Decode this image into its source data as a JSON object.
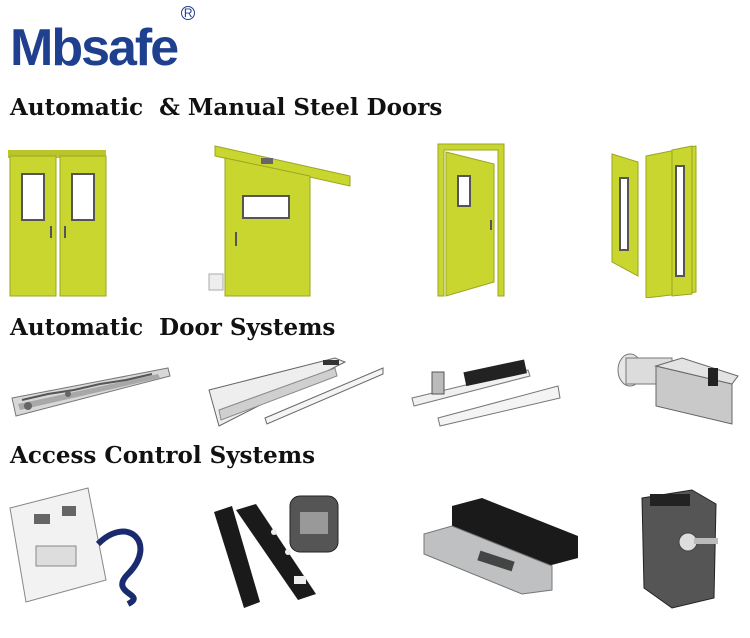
{
  "brand": {
    "name": "Mbsafe",
    "registered_mark": "R"
  },
  "sections": [
    {
      "title": "Automatic  & Manual Steel Doors"
    },
    {
      "title": "Automatic  Door Systems"
    },
    {
      "title": "Access Control Systems"
    }
  ],
  "colors": {
    "brand_blue": "#1f3f8f",
    "door_yellow_green": "#c9d62f",
    "product_black": "#1a1a1a",
    "product_silver": "#c9c9c9"
  },
  "icons": {
    "row1": [
      "double-swing-door-icon",
      "sliding-door-icon",
      "single-open-door-icon",
      "unequal-double-door-icon"
    ],
    "row2": [
      "swing-arm-operator-icon",
      "sliding-operator-icon",
      "door-operator-motor-icon",
      "floor-spring-closer-icon"
    ],
    "row3": [
      "controller-box-icon",
      "touchless-switch-icon",
      "safety-sensor-icon",
      "key-switch-icon"
    ]
  }
}
